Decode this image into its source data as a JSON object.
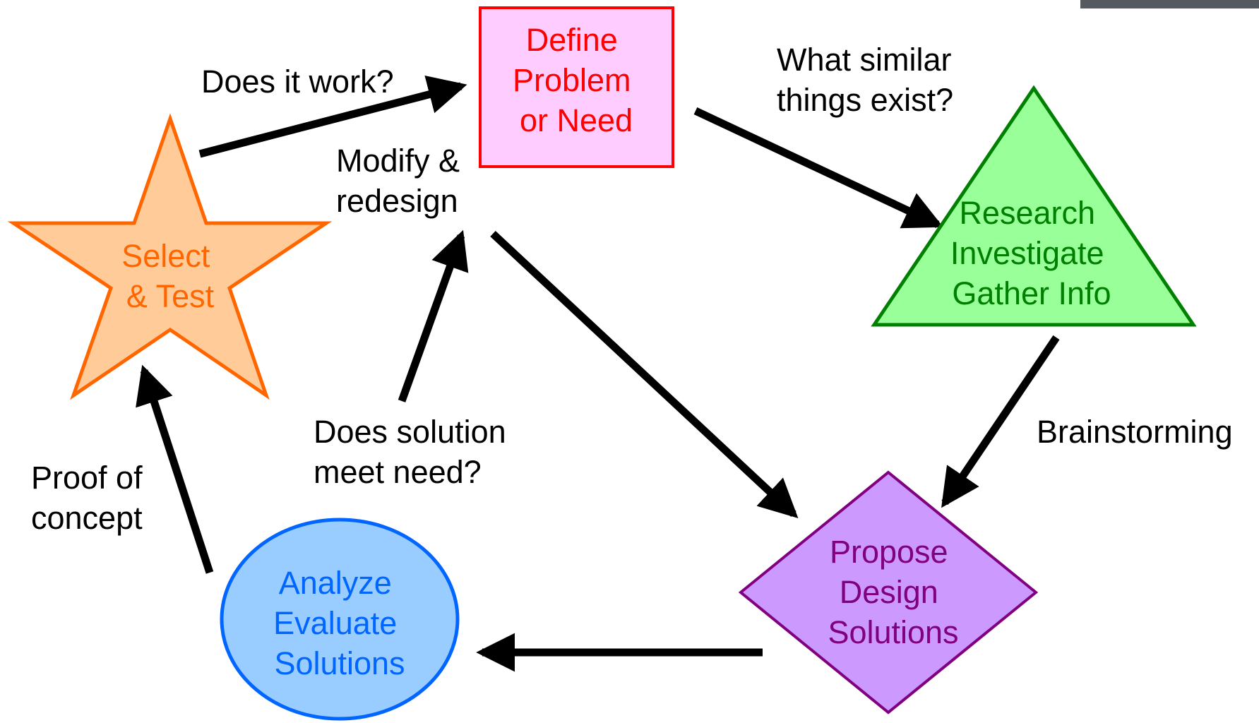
{
  "nodes": {
    "define": {
      "lines": [
        "Define",
        "Problem",
        "or Need"
      ],
      "fill": "#FFCCFF",
      "stroke": "#FF0000",
      "text_color": "#FF0000"
    },
    "research": {
      "lines": [
        "Research",
        "Investigate",
        "Gather Info"
      ],
      "fill": "#99FF99",
      "stroke": "#008000",
      "text_color": "#008000"
    },
    "propose": {
      "lines": [
        "Propose",
        "Design",
        "Solutions"
      ],
      "fill": "#CC99FF",
      "stroke": "#800080",
      "text_color": "#800080"
    },
    "analyze": {
      "lines": [
        "Analyze",
        "Evaluate",
        "Solutions"
      ],
      "fill": "#99CCFF",
      "stroke": "#0066FF",
      "text_color": "#0066FF"
    },
    "select": {
      "lines": [
        "Select",
        "& Test"
      ],
      "fill": "#FFCC99",
      "stroke": "#FF6600",
      "text_color": "#FF6600"
    }
  },
  "labels": {
    "does_it_work": [
      "Does it work?"
    ],
    "what_similar": [
      "What similar",
      "things exist?"
    ],
    "modify_redesign": [
      "Modify &",
      "redesign"
    ],
    "brainstorming": [
      "Brainstorming"
    ],
    "does_solution": [
      "Does solution",
      "meet need?"
    ],
    "proof_of_concept": [
      "Proof of",
      "concept"
    ]
  },
  "colors": {
    "arrow": "#000000",
    "label_text": "#000000"
  }
}
